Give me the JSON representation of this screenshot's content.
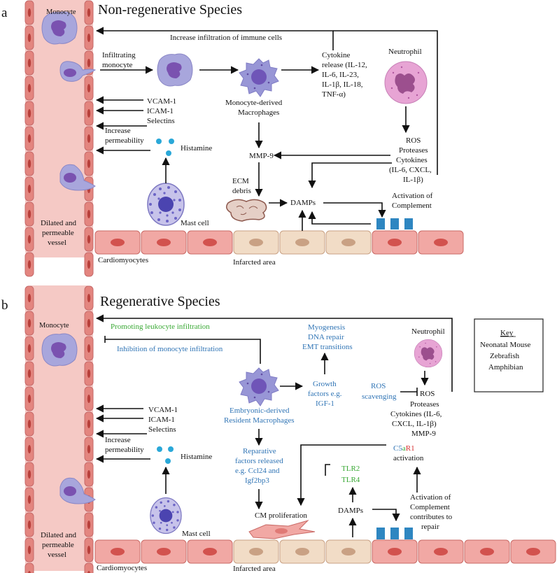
{
  "panels": {
    "a": {
      "letter": "a",
      "title": "Non-regenerative Species",
      "labels": {
        "monocyte": "Monocyte",
        "infiltrating_1": "Infiltrating",
        "infiltrating_2": "monocyte",
        "increase_infiltration": "Increase infiltration of immune cells",
        "cytokine_release": [
          "Cytokine",
          "release (IL-12,",
          "IL-6, IL-23,",
          "IL-1β, IL-18,",
          "TNF-α)"
        ],
        "neutrophil": "Neutrophil",
        "adhesion": [
          "VCAM-1",
          "ICAM-1",
          "Selectins"
        ],
        "macrophage": [
          "Monocyte-derived",
          "Macrophages"
        ],
        "permeability": [
          "Increase",
          "permeability"
        ],
        "histamine": "Histamine",
        "mmp9": "MMP-9",
        "neutrophil_products": [
          "ROS",
          "Proteases",
          "Cytokines",
          "(IL-6, CXCL,",
          "IL-1β)"
        ],
        "ecm": [
          "ECM",
          "debris"
        ],
        "damps": "DAMPs",
        "complement": [
          "Activation of",
          "Complement"
        ],
        "mast_cell": "Mast cell",
        "vessel": [
          "Dilated and",
          "permeable",
          "vessel"
        ],
        "cardiomyocytes": "Cardiomyocytes",
        "infarcted": "Infarcted area"
      }
    },
    "b": {
      "letter": "b",
      "title": "Regenerative Species",
      "labels": {
        "monocyte": "Monocyte",
        "promoting": "Promoting leukocyte infiltration",
        "inhibition": "Inhibition of monocyte infiltration",
        "myogenesis": [
          "Myogenesis",
          "DNA repair",
          "EMT transitions"
        ],
        "neutrophil": "Neutrophil",
        "growth": [
          "Growth",
          "factors e.g.",
          "IGF-1"
        ],
        "ros_scavenging": [
          "ROS",
          "scavenging"
        ],
        "ros": "ROS",
        "neutrophil_products": [
          "Proteases",
          "Cytokines (IL-6,",
          "CXCL, IL-1β)",
          "MMP-9"
        ],
        "adhesion": [
          "VCAM-1",
          "ICAM-1",
          "Selectins"
        ],
        "resident_macrophage": [
          "Embryonic-derived",
          "Resident Macrophages"
        ],
        "permeability": [
          "Increase",
          "permeability"
        ],
        "histamine": "Histamine",
        "reparative": [
          "Reparative",
          "factors released",
          "e.g. Ccl24 and",
          "Igf2bp3"
        ],
        "c5ar1_c5": "C5",
        "c5ar1_a": "a",
        "c5ar1_r1": "R1",
        "c5ar1_activation": "activation",
        "tlr2": "TLR2",
        "tlr4": "TLR4",
        "damps": "DAMPs",
        "complement": [
          "Activation of",
          "Complement",
          "contributes to",
          "repair"
        ],
        "cm_proliferation": "CM proliferation",
        "mast_cell": "Mast cell",
        "vessel": [
          "Dilated and",
          "permeable",
          "vessel"
        ],
        "cardiomyocytes": "Cardiomyocytes",
        "infarcted": "Infarcted area"
      },
      "key": {
        "title": "Key",
        "items": [
          {
            "label": "Neonatal Mouse",
            "color": "#2f74b5"
          },
          {
            "label": "Zebrafish",
            "color": "#3aa935"
          },
          {
            "label": "Amphibian",
            "color": "#d62e2e"
          }
        ]
      }
    }
  },
  "colors": {
    "vessel": "#f5c9c5",
    "vessel_border": "#c56a6a",
    "cardiomyocyte": "#f1a8a4",
    "cardiomyocyte_nucleus": "#d2524e",
    "infarct": "#f1dcc6",
    "infarct_nucleus": "#c9a184",
    "monocyte": "#a8a6dc",
    "monocyte_nucleus": "#7a52b0",
    "complement": "#2e86c1",
    "neutrophil": "#e7a4d4",
    "histamine": "#2aa8d8",
    "accent_blue": "#2f74b5",
    "accent_green": "#3aa935",
    "accent_red": "#d62e2e"
  }
}
